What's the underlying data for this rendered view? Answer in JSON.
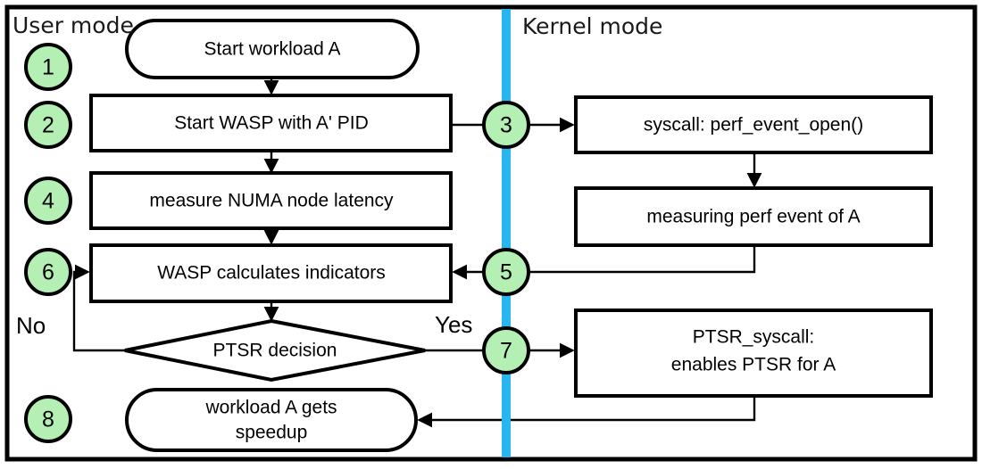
{
  "diagram": {
    "title": "WASP / PTSR user-kernel mode flowchart",
    "frame": {
      "stroke_color": "#000000"
    },
    "divider": {
      "name": "user-kernel-divider",
      "color": "#29b6f0"
    },
    "regions": [
      {
        "id": "user",
        "label": "User mode"
      },
      {
        "id": "kernel",
        "label": "Kernel mode"
      }
    ],
    "badge_color": "#b4f0b4",
    "badges": [
      {
        "id": "badge-1",
        "label": "1"
      },
      {
        "id": "badge-2",
        "label": "2"
      },
      {
        "id": "badge-3",
        "label": "3"
      },
      {
        "id": "badge-4",
        "label": "4"
      },
      {
        "id": "badge-5",
        "label": "5"
      },
      {
        "id": "badge-6",
        "label": "6"
      },
      {
        "id": "badge-7",
        "label": "7"
      },
      {
        "id": "badge-8",
        "label": "8"
      }
    ],
    "nodes": [
      {
        "id": "start-workload",
        "shape": "stadium",
        "region": "user",
        "step": "1",
        "text": "Start workload A"
      },
      {
        "id": "start-wasp",
        "shape": "rect",
        "region": "user",
        "step": "2",
        "text": "Start WASP with A' PID"
      },
      {
        "id": "measure-latency",
        "shape": "rect",
        "region": "user",
        "step": "4",
        "text": "measure NUMA node latency"
      },
      {
        "id": "wasp-calculates",
        "shape": "rect",
        "region": "user",
        "step": "6",
        "text": "WASP calculates indicators"
      },
      {
        "id": "ptsr-decision",
        "shape": "diamond",
        "region": "user",
        "step": "",
        "text": "PTSR decision"
      },
      {
        "id": "workload-speedup",
        "shape": "stadium",
        "region": "user",
        "step": "8",
        "text_line1": "workload A gets",
        "text_line2": "speedup"
      },
      {
        "id": "perf-event-open",
        "shape": "rect",
        "region": "kernel",
        "step": "3",
        "text": "syscall: perf_event_open()"
      },
      {
        "id": "measuring-perf",
        "shape": "rect",
        "region": "kernel",
        "step": "",
        "text": "measuring perf event of A"
      },
      {
        "id": "ptsr-syscall",
        "shape": "rect",
        "region": "kernel",
        "step": "7",
        "text_line1": "PTSR_syscall:",
        "text_line2": "enables PTSR for A"
      }
    ],
    "branch_labels": [
      {
        "id": "branch-no",
        "text": "No"
      },
      {
        "id": "branch-yes",
        "text": "Yes"
      }
    ]
  }
}
